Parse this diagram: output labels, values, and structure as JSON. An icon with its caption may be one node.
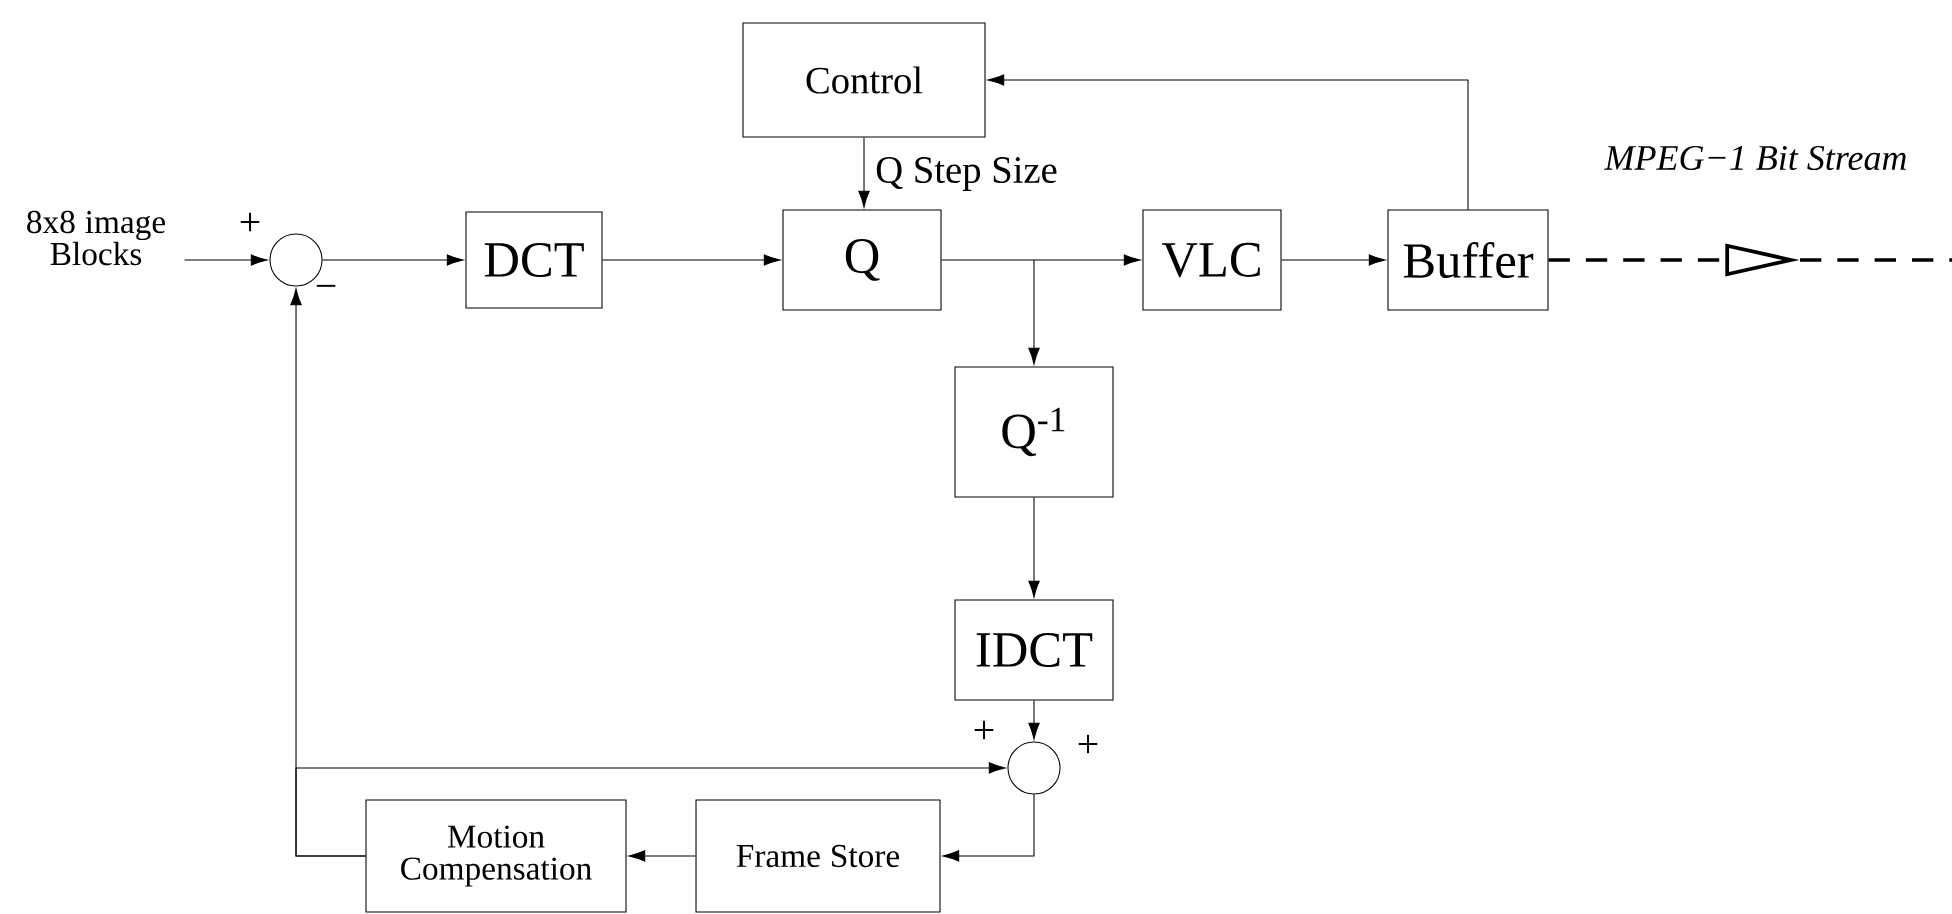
{
  "diagram": {
    "nodes": [
      {
        "text": [
          "8x8 image Blocks"
        ]
      },
      {
        "text": [],
        "shape": "circle"
      },
      {
        "text": [
          "DCT"
        ]
      },
      {
        "text": [
          "Control"
        ]
      },
      {
        "text": [
          "Q"
        ]
      },
      {
        "text": [
          "VLC"
        ]
      },
      {
        "text": [
          "Buffer"
        ]
      },
      {
        "text": [
          "Q$^{-1}$"
        ]
      },
      {
        "text": [
          "IDCT"
        ]
      },
      {
        "text": [],
        "shape": "circle"
      },
      {
        "text": [
          "Frame Store"
        ]
      },
      {
        "text": [
          "Motion Compensation"
        ]
      }
    ],
    "edges": [
      {
        "from": 0,
        "to": 1,
        "arrow": "to"
      },
      {
        "from": 1,
        "to": 2,
        "arrow": "to"
      },
      {
        "from": 2,
        "to": 4,
        "arrow": "to"
      },
      {
        "from": 3,
        "to": 4,
        "arrow": "to",
        "label": "Q Step Size"
      },
      {
        "from": 4,
        "to": 5,
        "arrow": "to"
      },
      {
        "from": 4,
        "to": 7,
        "arrow": "to"
      },
      {
        "from": 5,
        "to": 6,
        "arrow": "to"
      },
      {
        "from": 6,
        "to": 3,
        "arrow": "to"
      },
      {
        "from": 6,
        "to": null,
        "arrow": "to",
        "style": "dashed",
        "label": "MPEG−1 Bit Stream"
      },
      {
        "from": 7,
        "to": 8,
        "arrow": "to"
      },
      {
        "from": 8,
        "to": 9,
        "arrow": "to"
      },
      {
        "from": 9,
        "to": 10,
        "arrow": "to"
      },
      {
        "from": 10,
        "to": 11,
        "arrow": "to"
      },
      {
        "from": 11,
        "to": 1,
        "arrow": "to"
      },
      {
        "from": 11,
        "to": 9,
        "arrow": "to"
      }
    ],
    "labels": [
      "+",
      "−",
      "+",
      "+"
    ]
  }
}
